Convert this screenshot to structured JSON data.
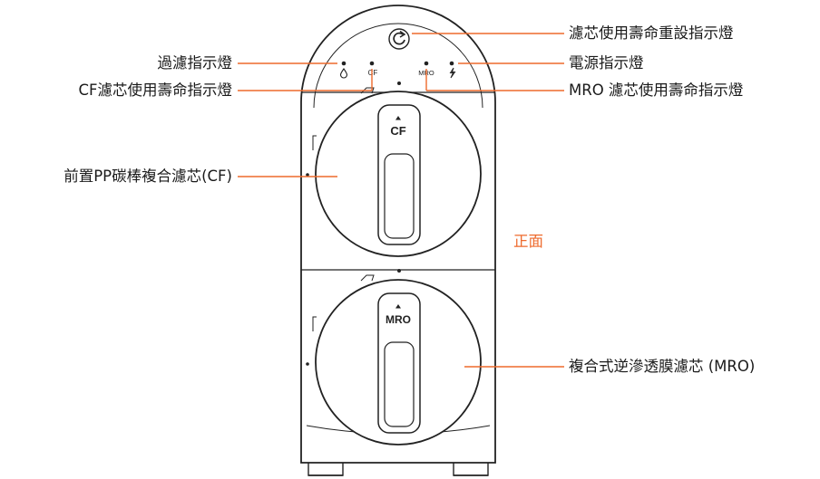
{
  "colors": {
    "accent": "#ee6a2c",
    "outline": "#222222",
    "text": "#1a1a1a"
  },
  "icons": {
    "reset": "reset-cycle-icon",
    "filter": "water-drop-icon",
    "power": "lightning-icon"
  },
  "device": {
    "panel": {
      "cf_tag": "CF",
      "mro_tag": "MRO"
    },
    "handles": {
      "cf": "CF",
      "mro": "MRO"
    }
  },
  "labels": {
    "filtration_indicator": "過濾指示燈",
    "cf_life_indicator": "CF濾芯使用壽命指示燈",
    "pp_carbon_filter": "前置PP碳棒複合濾芯(CF)",
    "reset_indicator": "濾芯使用壽命重設指示燈",
    "power_indicator": "電源指示燈",
    "mro_life_indicator": "MRO 濾芯使用壽命指示燈",
    "ro_membrane_filter": "複合式逆滲透膜濾芯 (MRO)",
    "front_view": "正面"
  }
}
